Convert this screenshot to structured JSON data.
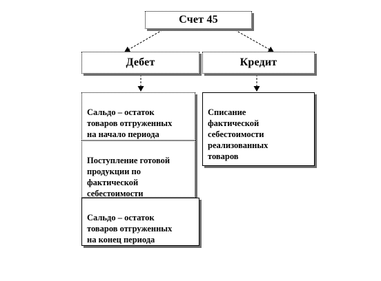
{
  "account_title": "Счет 45",
  "debit_header": "Дебет",
  "credit_header": "Кредит",
  "debit_items": [
    "Сальдо – остаток\nтоваров отгруженных\nна начало периода",
    "Поступление готовой\nпродукции по\nфактической\nсебестоимости",
    "Сальдо – остаток\nтоваров отгруженных\nна конец периода"
  ],
  "credit_items": [
    "Списание\nфактической\nсебестоимости\nреализованных\nтоваров"
  ]
}
